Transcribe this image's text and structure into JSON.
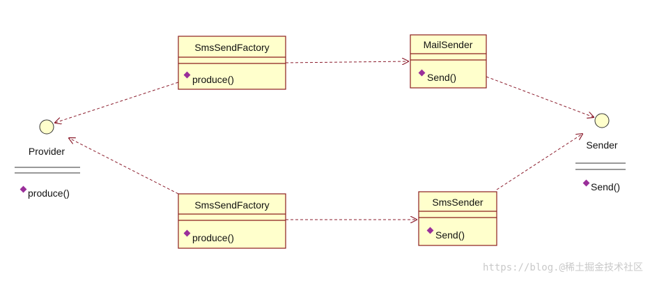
{
  "diagram": {
    "classes": [
      {
        "name": "SmsSendFactory",
        "operation": "produce()"
      },
      {
        "name": "SmsSendFactory",
        "operation": "produce()"
      },
      {
        "name": "MailSender",
        "operation": "Send()"
      },
      {
        "name": "SmsSender",
        "operation": "Send()"
      }
    ],
    "interfaces": [
      {
        "name": "Provider",
        "operation": "produce()"
      },
      {
        "name": "Sender",
        "operation": "Send()"
      }
    ],
    "colors": {
      "class_fill": "#ffffcc",
      "class_border": "#8b1d1d",
      "line": "#8b1d2d",
      "interface_fill": "#ffffcc",
      "interface_border": "#333333",
      "operation_icon": "#9a2f9a"
    }
  },
  "watermark": "https://blog.@稀土掘金技术社区"
}
